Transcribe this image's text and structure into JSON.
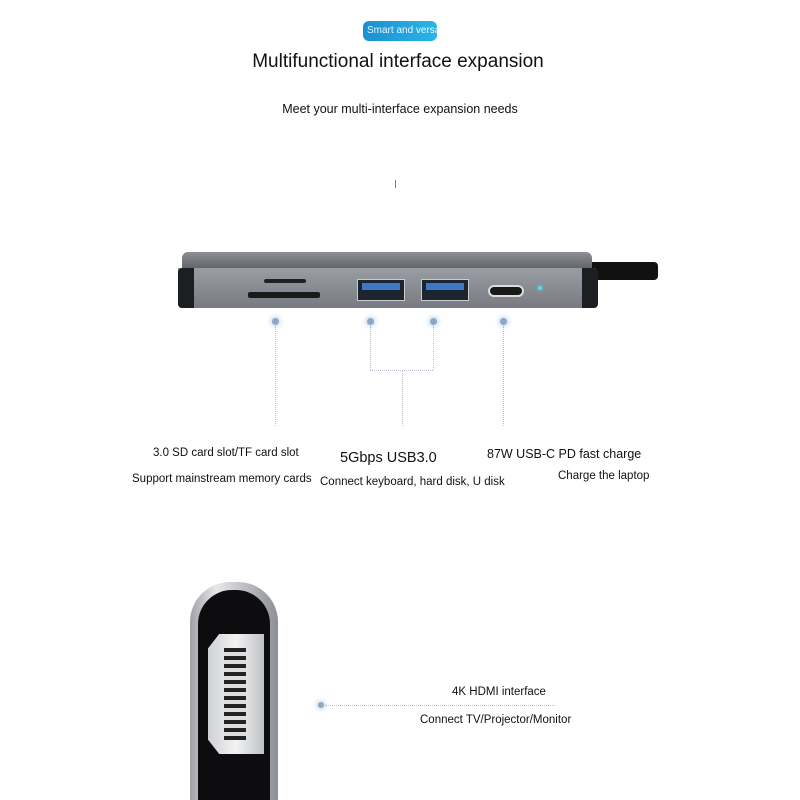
{
  "badge": "Smart and versati",
  "title": "Multifunctional interface expansion",
  "subtitle": "Meet your multi-interface expansion needs",
  "ports": [
    {
      "title": "3.0 SD card slot/TF card slot",
      "desc": "Support mainstream memory cards"
    },
    {
      "title": "5Gbps USB3.0",
      "desc": "Connect keyboard, hard disk, U disk"
    },
    {
      "title": "87W USB-C PD fast charge",
      "desc": "Charge the laptop"
    },
    {
      "title": "4K HDMI interface",
      "desc": "Connect TV/Projector/Monitor"
    }
  ],
  "colors": {
    "badge": "#1a9ad8",
    "hub_body": "#6b6e74",
    "led": "#4fe3f0"
  }
}
